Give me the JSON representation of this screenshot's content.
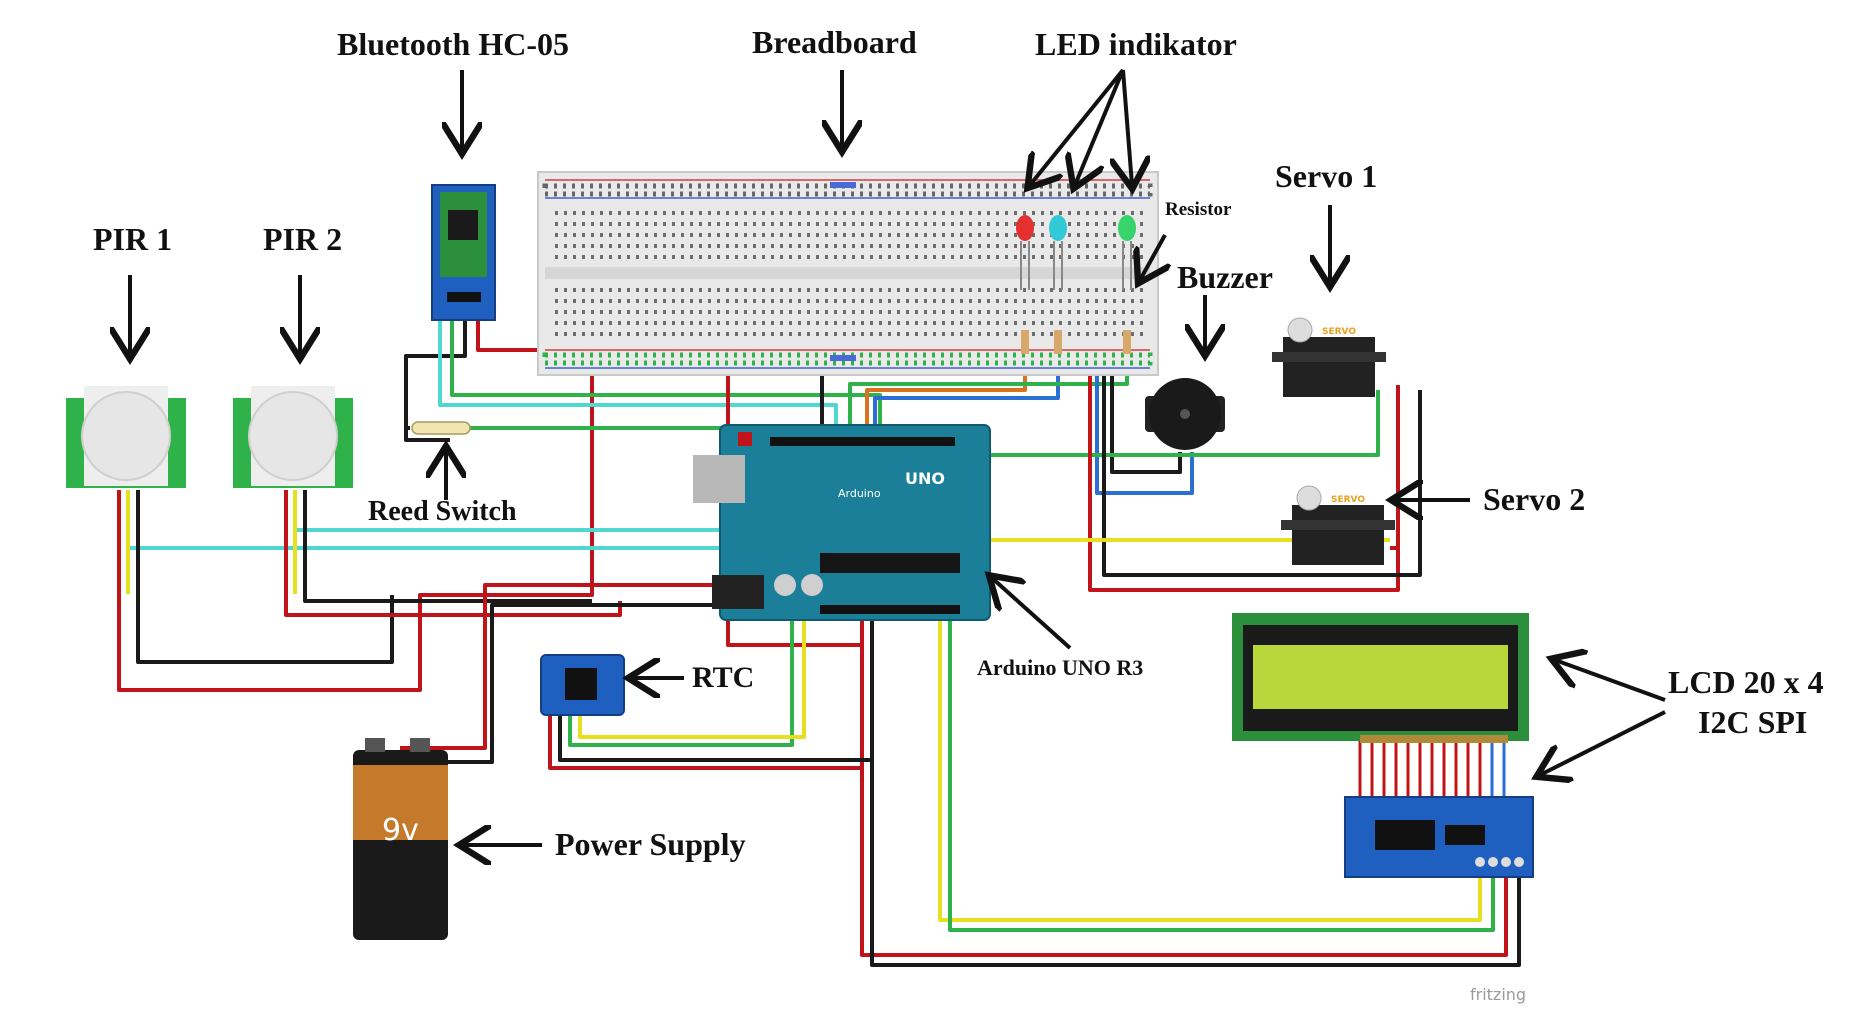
{
  "labels": {
    "bluetooth": "Bluetooth HC-05",
    "breadboard": "Breadboard",
    "led": "LED indikator",
    "pir1": "PIR 1",
    "pir2": "PIR 2",
    "resistor": "Resistor",
    "buzzer": "Buzzer",
    "servo1": "Servo 1",
    "servo2": "Servo 2",
    "reed": "Reed Switch",
    "rtc": "RTC",
    "arduino": "Arduino UNO R3",
    "lcd_line1": "LCD 20 x 4",
    "lcd_line2": "I2C SPI",
    "power": "Power Supply"
  },
  "device_text": {
    "battery_voltage": "9v",
    "servo_tag": "SERVO",
    "uno_logo": "UNO",
    "arduino_brand": "Arduino",
    "watermark": "fritzing"
  },
  "colors": {
    "wire_red": "#c0141a",
    "wire_black": "#1a1a1a",
    "wire_green": "#2fb24a",
    "wire_cyan": "#4fd7d0",
    "wire_yellow": "#e8df1f",
    "wire_blue": "#2a6ed6",
    "wire_orange": "#d8721e",
    "arduino_board": "#1b7f9a",
    "lcd_screen": "#b9d63a",
    "pcb_green": "#2b8f3c",
    "pcb_blue": "#1f5fbf"
  },
  "icons": [
    "arrow",
    "pir-sensor",
    "bluetooth-module",
    "breadboard",
    "led",
    "resistor",
    "buzzer",
    "servo",
    "reed-switch",
    "arduino-board",
    "rtc-module",
    "lcd-module",
    "i2c-backpack",
    "battery"
  ]
}
